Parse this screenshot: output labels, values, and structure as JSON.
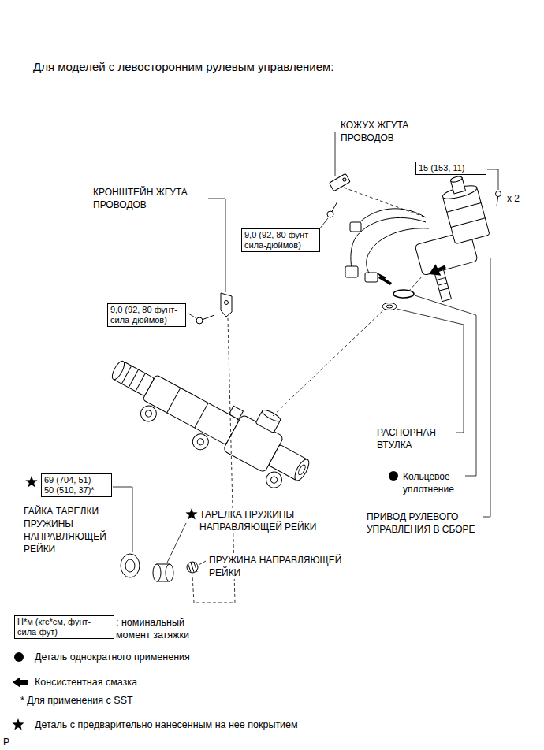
{
  "diagram": {
    "title": "Для моделей с левосторонним рулевым управлением:",
    "nodes": [
      {
        "text": [
          "15 (153, 11)"
        ]
      },
      {
        "text": [
          "9,0 (92, 80 фунт-сила-дюймов)"
        ]
      },
      {
        "text": [
          "9,0 (92, 80 фунт-сила-дюймов)"
        ]
      },
      {
        "text": [
          "69 (704, 51)",
          "50 (510, 37)*"
        ]
      },
      {
        "text": [
          "Н*м (кгс*см, фунт-сила-фут)"
        ]
      }
    ],
    "labels": [
      "КОЖУХ ЖГУТА ПРОВОДОВ",
      "КРОНШТЕЙН ЖГУТА ПРОВОДОВ",
      "x 2",
      "РАСПОРНАЯ ВТУЛКА",
      "Кольцевое уплотнение",
      "ГАЙКА ТАРЕЛКИ ПРУЖИНЫ НАПРАВЛЯЮЩЕЙ РЕЙКИ",
      "ТАРЕЛКА ПРУЖИНЫ НАПРАВЛЯЮЩЕЙ РЕЙКИ",
      "ПРИВОД РУЛЕВОГО УПРАВЛЕНИЯ В СБОРЕ",
      "ПРУЖИНА НАПРАВЛЯЮЩЕЙ РЕЙКИ",
      "P"
    ],
    "legend": [
      {
        "text": ": номинальный момент затяжки"
      },
      {
        "text": "Деталь однократного применения"
      },
      {
        "text": "Консистентная смазка"
      },
      {
        "text": "* Для применения с SST"
      },
      {
        "text": "Деталь с предварительно нанесенным на нее покрытием"
      }
    ]
  }
}
